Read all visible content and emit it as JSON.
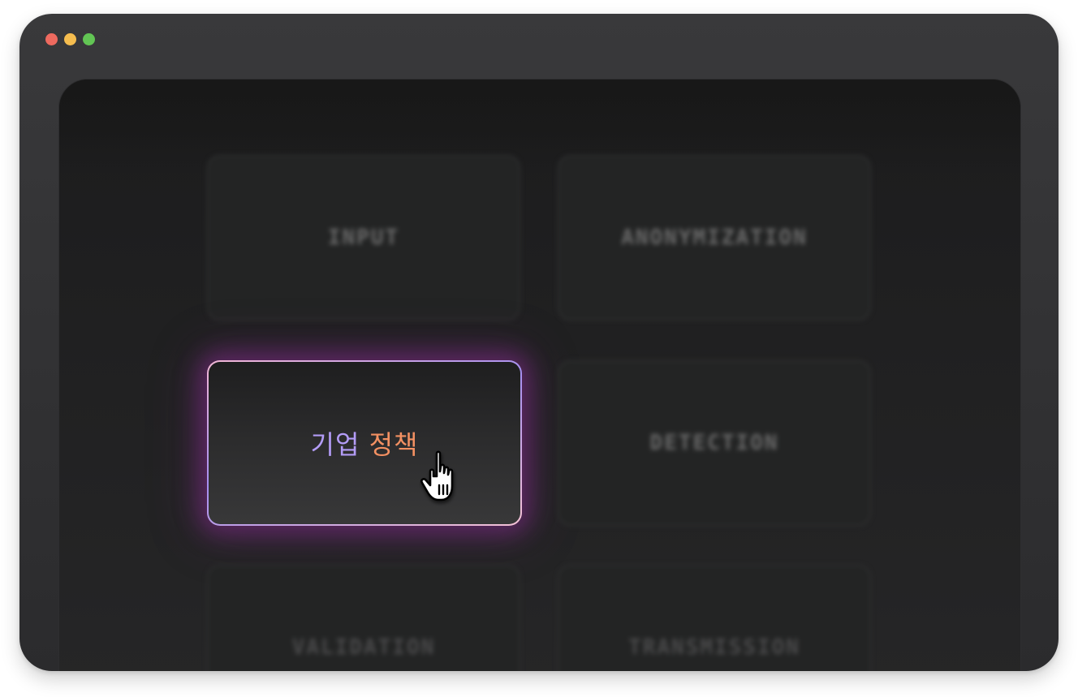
{
  "window": {
    "traffic_lights": [
      "close",
      "minimize",
      "zoom"
    ]
  },
  "cards": {
    "input": {
      "label": "INPUT"
    },
    "anonymization": {
      "label": "ANONYMIZATION"
    },
    "policy": {
      "label_part1": "기업",
      "label_part2": "정책"
    },
    "detection": {
      "label": "DETECTION"
    },
    "validation": {
      "label": "VALIDATION"
    },
    "transmission": {
      "label": "TRANSMISSION"
    }
  },
  "cursor": {
    "icon": "hand-pointer-icon"
  },
  "colors": {
    "accent_purple": "#b39cf7",
    "accent_orange": "#f39062",
    "glow": "#842c8c"
  }
}
